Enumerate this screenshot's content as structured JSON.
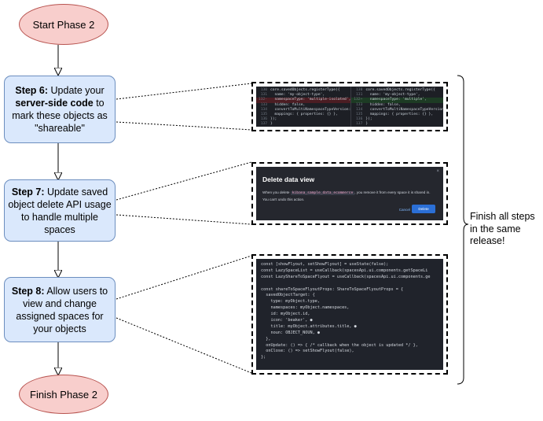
{
  "flow": {
    "start": "Start Phase 2",
    "finish": "Finish Phase 2",
    "step6": {
      "prefix": "Step 6:",
      "text_a": " Update your ",
      "bold": "server-side code",
      "text_b": " to mark these objects as \"shareable\""
    },
    "step7": {
      "prefix": "Step 7:",
      "text": " Update saved object delete API usage to handle multiple spaces"
    },
    "step8": {
      "prefix": "Step 8:",
      "text": " Allow users to view and change assigned spaces for your objects"
    }
  },
  "note": "Finish all steps in the same release!",
  "diff_panel": {
    "left": [
      {
        "n": "130",
        "t": "core.savedObjects.registerType({",
        "k": ""
      },
      {
        "n": "131",
        "t": "  name: 'my-object-type',",
        "k": ""
      },
      {
        "n": "132-",
        "t": "  namespaceType: 'multiple-isolated',",
        "k": "del"
      },
      {
        "n": "133",
        "t": "  hidden: false,",
        "k": ""
      },
      {
        "n": "134",
        "t": "  convertToMultiNamespaceTypeVersion:",
        "k": ""
      },
      {
        "n": "135",
        "t": "  mappings: { properties: {} },",
        "k": ""
      },
      {
        "n": "136",
        "t": "});",
        "k": ""
      },
      {
        "n": "137",
        "t": "}",
        "k": ""
      }
    ],
    "right": [
      {
        "n": "130",
        "t": "core.savedObjects.registerType({",
        "k": ""
      },
      {
        "n": "131",
        "t": "  name: 'my-object-type',",
        "k": ""
      },
      {
        "n": "132+",
        "t": "  namespaceType: 'multiple',",
        "k": "add"
      },
      {
        "n": "133",
        "t": "  hidden: false,",
        "k": ""
      },
      {
        "n": "134",
        "t": "  convertToMultiNamespaceTypeVersion:",
        "k": ""
      },
      {
        "n": "135",
        "t": "  mappings: { properties: {} },",
        "k": ""
      },
      {
        "n": "136",
        "t": "});",
        "k": ""
      },
      {
        "n": "137",
        "t": "}",
        "k": ""
      }
    ]
  },
  "modal_panel": {
    "title": "Delete data view",
    "body_a": "When you delete ",
    "body_code": "kibana_sample_data_ecommerce",
    "body_b": ", you remove it from every space it is shared in. You can't undo this action.",
    "cancel": "Cancel",
    "delete": "Delete",
    "close": "×"
  },
  "code_panel": {
    "lines": [
      "const [showFlyout, setShowFlyout] = useState(false);",
      "const LazySpaceList = useCallback(spacesApi.ui.components.getSpaceLi",
      "const LazyShareToSpaceFlyout = useCallback(spacesApi.ui.components.ge",
      "",
      "const shareToSpaceFlyoutProps: ShareToSpaceFlyoutProps = {",
      "  savedObjectTarget: {",
      "    type: myObject.type,",
      "    namespaces: myObject.namespaces,",
      "    id: myObject.id,",
      "    icon: 'beaker', ●",
      "    title: myObject.attributes.title, ●",
      "    noun: OBJECT_NOUN, ●",
      "  },",
      "  onUpdate: () => { /* callback when the object is updated */ },",
      "  onClose: () => setShowFlyout(false),",
      "};"
    ]
  }
}
